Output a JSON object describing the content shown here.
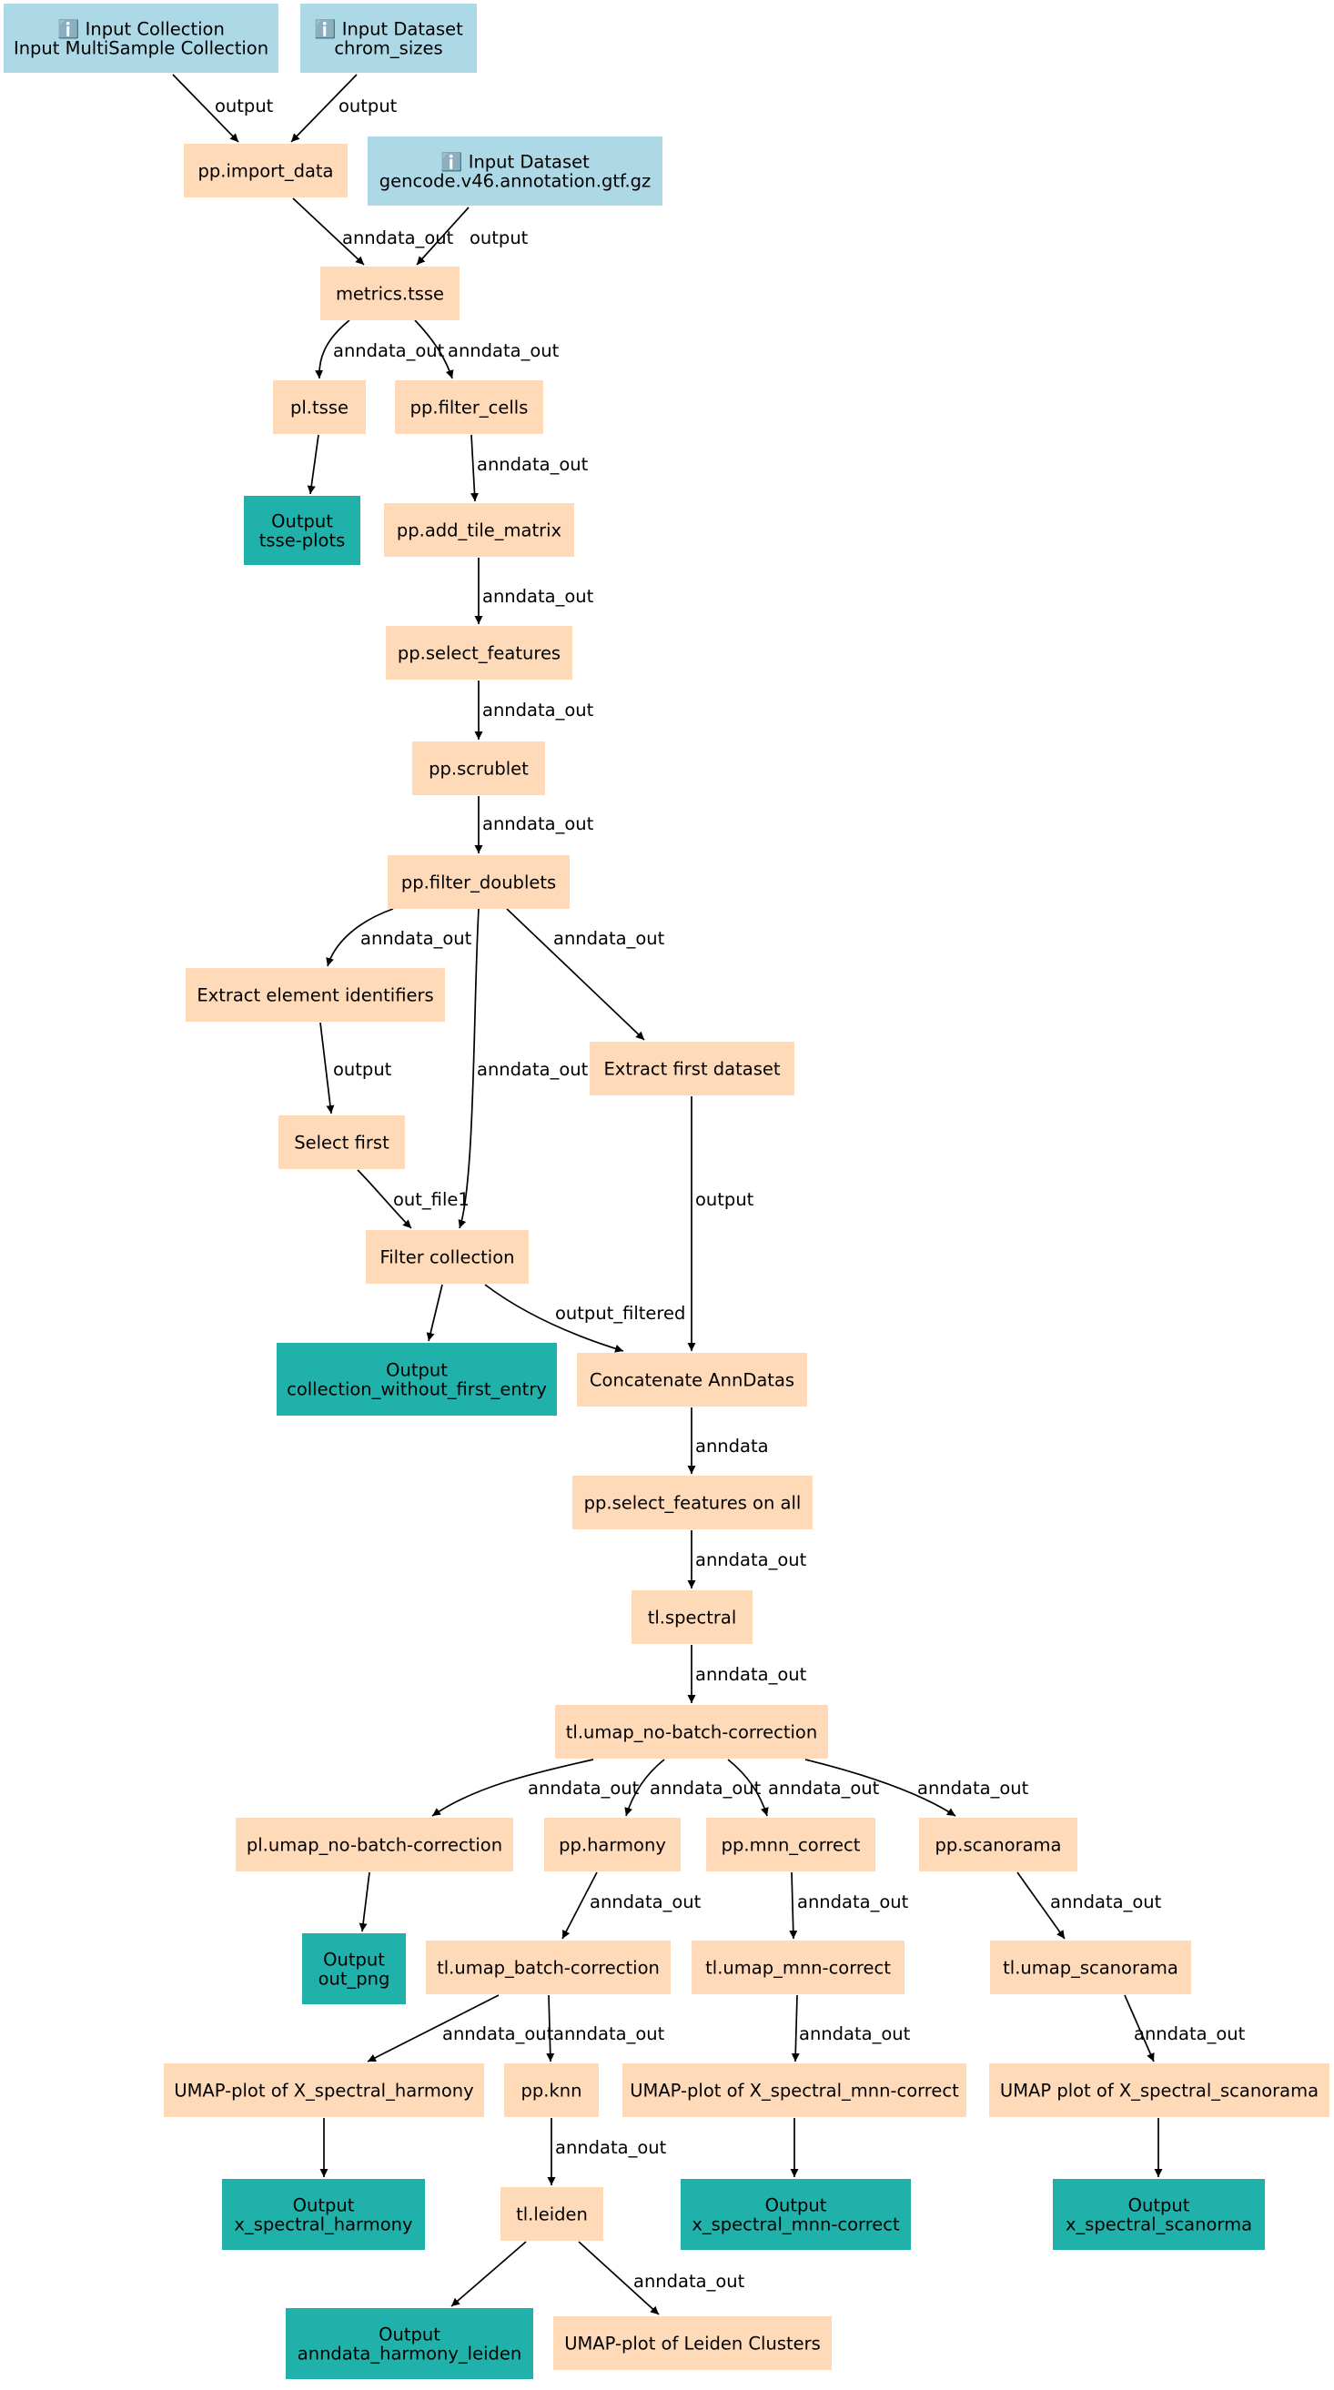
{
  "colors": {
    "input": "#add8e6",
    "tool": "#ffdab9",
    "output": "#20b2aa",
    "edge": "#000000"
  },
  "nodes": {
    "in_collection": {
      "type": "input",
      "icon": "info-icon",
      "lines": [
        "ℹ️ Input Collection",
        "Input MultiSample Collection"
      ]
    },
    "in_chrom": {
      "type": "input",
      "icon": "info-icon",
      "lines": [
        "ℹ️ Input Dataset",
        "chrom_sizes"
      ]
    },
    "in_gtf": {
      "type": "input",
      "icon": "info-icon",
      "lines": [
        "ℹ️ Input Dataset",
        "gencode.v46.annotation.gtf.gz"
      ]
    },
    "import_data": {
      "type": "tool",
      "lines": [
        "pp.import_data"
      ]
    },
    "metrics_tsse": {
      "type": "tool",
      "lines": [
        "metrics.tsse"
      ]
    },
    "pl_tsse": {
      "type": "tool",
      "lines": [
        "pl.tsse"
      ]
    },
    "filter_cells": {
      "type": "tool",
      "lines": [
        "pp.filter_cells"
      ]
    },
    "out_tsse": {
      "type": "output",
      "lines": [
        "Output",
        "tsse-plots"
      ]
    },
    "add_tile": {
      "type": "tool",
      "lines": [
        "pp.add_tile_matrix"
      ]
    },
    "select_features": {
      "type": "tool",
      "lines": [
        "pp.select_features"
      ]
    },
    "scrublet": {
      "type": "tool",
      "lines": [
        "pp.scrublet"
      ]
    },
    "filter_doublets": {
      "type": "tool",
      "lines": [
        "pp.filter_doublets"
      ]
    },
    "extract_ids": {
      "type": "tool",
      "lines": [
        "Extract element identifiers"
      ]
    },
    "extract_first": {
      "type": "tool",
      "lines": [
        "Extract first dataset"
      ]
    },
    "select_first": {
      "type": "tool",
      "lines": [
        "Select first"
      ]
    },
    "filter_coll": {
      "type": "tool",
      "lines": [
        "Filter collection"
      ]
    },
    "out_coll": {
      "type": "output",
      "lines": [
        "Output",
        "collection_without_first_entry"
      ]
    },
    "concat": {
      "type": "tool",
      "lines": [
        "Concatenate AnnDatas"
      ]
    },
    "select_all": {
      "type": "tool",
      "lines": [
        "pp.select_features on all"
      ]
    },
    "spectral": {
      "type": "tool",
      "lines": [
        "tl.spectral"
      ]
    },
    "umap_nobatch": {
      "type": "tool",
      "lines": [
        "tl.umap_no-batch-correction"
      ]
    },
    "pl_umap_nobatch": {
      "type": "tool",
      "lines": [
        "pl.umap_no-batch-correction"
      ]
    },
    "harmony": {
      "type": "tool",
      "lines": [
        "pp.harmony"
      ]
    },
    "mnn": {
      "type": "tool",
      "lines": [
        "pp.mnn_correct"
      ]
    },
    "scanorama": {
      "type": "tool",
      "lines": [
        "pp.scanorama"
      ]
    },
    "out_png": {
      "type": "output",
      "lines": [
        "Output",
        "out_png"
      ]
    },
    "umap_batch": {
      "type": "tool",
      "lines": [
        "tl.umap_batch-correction"
      ]
    },
    "umap_mnn": {
      "type": "tool",
      "lines": [
        "tl.umap_mnn-correct"
      ]
    },
    "umap_scan": {
      "type": "tool",
      "lines": [
        "tl.umap_scanorama"
      ]
    },
    "plot_harmony": {
      "type": "tool",
      "lines": [
        "UMAP-plot of X_spectral_harmony"
      ]
    },
    "knn": {
      "type": "tool",
      "lines": [
        "pp.knn"
      ]
    },
    "plot_mnn": {
      "type": "tool",
      "lines": [
        "UMAP-plot of X_spectral_mnn-correct"
      ]
    },
    "plot_scan": {
      "type": "tool",
      "lines": [
        "UMAP plot of X_spectral_scanorama"
      ]
    },
    "out_harmony": {
      "type": "output",
      "lines": [
        "Output",
        "x_spectral_harmony"
      ]
    },
    "leiden": {
      "type": "tool",
      "lines": [
        "tl.leiden"
      ]
    },
    "out_mnn": {
      "type": "output",
      "lines": [
        "Output",
        "x_spectral_mnn-correct"
      ]
    },
    "out_scan": {
      "type": "output",
      "lines": [
        "Output",
        "x_spectral_scanorma"
      ]
    },
    "out_leiden": {
      "type": "output",
      "lines": [
        "Output",
        "anndata_harmony_leiden"
      ]
    },
    "plot_leiden": {
      "type": "tool",
      "lines": [
        "UMAP-plot of Leiden Clusters"
      ]
    }
  },
  "edges": [
    {
      "from": "in_collection",
      "to": "import_data",
      "label": "output"
    },
    {
      "from": "in_chrom",
      "to": "import_data",
      "label": "output"
    },
    {
      "from": "import_data",
      "to": "metrics_tsse",
      "label": "anndata_out"
    },
    {
      "from": "in_gtf",
      "to": "metrics_tsse",
      "label": "output"
    },
    {
      "from": "metrics_tsse",
      "to": "pl_tsse",
      "label": "anndata_out"
    },
    {
      "from": "metrics_tsse",
      "to": "filter_cells",
      "label": "anndata_out"
    },
    {
      "from": "pl_tsse",
      "to": "out_tsse",
      "label": ""
    },
    {
      "from": "filter_cells",
      "to": "add_tile",
      "label": "anndata_out"
    },
    {
      "from": "add_tile",
      "to": "select_features",
      "label": "anndata_out"
    },
    {
      "from": "select_features",
      "to": "scrublet",
      "label": "anndata_out"
    },
    {
      "from": "scrublet",
      "to": "filter_doublets",
      "label": "anndata_out"
    },
    {
      "from": "filter_doublets",
      "to": "extract_ids",
      "label": "anndata_out"
    },
    {
      "from": "filter_doublets",
      "to": "filter_coll",
      "label": "anndata_out"
    },
    {
      "from": "filter_doublets",
      "to": "extract_first",
      "label": "anndata_out"
    },
    {
      "from": "extract_ids",
      "to": "select_first",
      "label": "output"
    },
    {
      "from": "select_first",
      "to": "filter_coll",
      "label": "out_file1"
    },
    {
      "from": "extract_first",
      "to": "concat",
      "label": "output"
    },
    {
      "from": "filter_coll",
      "to": "out_coll",
      "label": ""
    },
    {
      "from": "filter_coll",
      "to": "concat",
      "label": "output_filtered"
    },
    {
      "from": "concat",
      "to": "select_all",
      "label": "anndata"
    },
    {
      "from": "select_all",
      "to": "spectral",
      "label": "anndata_out"
    },
    {
      "from": "spectral",
      "to": "umap_nobatch",
      "label": "anndata_out"
    },
    {
      "from": "umap_nobatch",
      "to": "pl_umap_nobatch",
      "label": "anndata_out"
    },
    {
      "from": "umap_nobatch",
      "to": "harmony",
      "label": "anndata_out"
    },
    {
      "from": "umap_nobatch",
      "to": "mnn",
      "label": "anndata_out"
    },
    {
      "from": "umap_nobatch",
      "to": "scanorama",
      "label": "anndata_out"
    },
    {
      "from": "pl_umap_nobatch",
      "to": "out_png",
      "label": ""
    },
    {
      "from": "harmony",
      "to": "umap_batch",
      "label": "anndata_out"
    },
    {
      "from": "mnn",
      "to": "umap_mnn",
      "label": "anndata_out"
    },
    {
      "from": "scanorama",
      "to": "umap_scan",
      "label": "anndata_out"
    },
    {
      "from": "umap_batch",
      "to": "plot_harmony",
      "label": "anndata_out"
    },
    {
      "from": "umap_batch",
      "to": "knn",
      "label": "anndata_out"
    },
    {
      "from": "umap_mnn",
      "to": "plot_mnn",
      "label": "anndata_out"
    },
    {
      "from": "umap_scan",
      "to": "plot_scan",
      "label": "anndata_out"
    },
    {
      "from": "plot_harmony",
      "to": "out_harmony",
      "label": ""
    },
    {
      "from": "knn",
      "to": "leiden",
      "label": "anndata_out"
    },
    {
      "from": "plot_mnn",
      "to": "out_mnn",
      "label": ""
    },
    {
      "from": "plot_scan",
      "to": "out_scan",
      "label": ""
    },
    {
      "from": "leiden",
      "to": "out_leiden",
      "label": ""
    },
    {
      "from": "leiden",
      "to": "plot_leiden",
      "label": "anndata_out"
    }
  ]
}
